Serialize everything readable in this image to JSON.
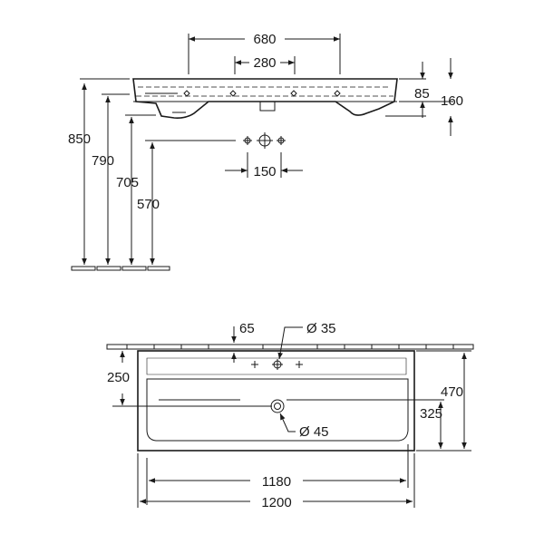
{
  "side_view": {
    "width_outer": "680",
    "width_inner": "280",
    "depth_85": "85",
    "depth_160": "160",
    "height_850": "850",
    "height_790": "790",
    "height_705": "705",
    "height_570": "570",
    "tap_spacing": "150"
  },
  "top_view": {
    "edge_65": "65",
    "hole_diameter": "Ø 35",
    "depth_250": "250",
    "depth_470": "470",
    "depth_325": "325",
    "drain_diameter": "Ø 45",
    "width_inner": "1180",
    "width_outer": "1200"
  }
}
